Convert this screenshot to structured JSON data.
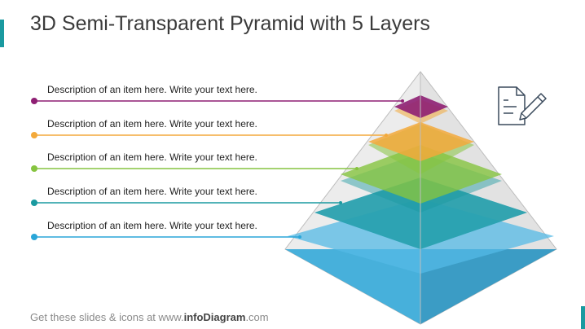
{
  "slide": {
    "title": "3D Semi-Transparent Pyramid with 5 Layers"
  },
  "items": [
    {
      "label": "Description of an item here. Write your text here.",
      "color": "#8e1f73"
    },
    {
      "label": "Description of an item here. Write your text here.",
      "color": "#f3a93b"
    },
    {
      "label": "Description of an item here. Write your text here.",
      "color": "#86c440"
    },
    {
      "label": "Description of an item here. Write your text here.",
      "color": "#1a9aa0"
    },
    {
      "label": "Description of an item here. Write your text here.",
      "color": "#2aa6d8"
    }
  ],
  "icons": {
    "document": "document-edit-icon"
  },
  "footer": {
    "prefix": "Get these slides & icons at www.",
    "brand": "infoDiagram",
    "suffix": ".com"
  }
}
